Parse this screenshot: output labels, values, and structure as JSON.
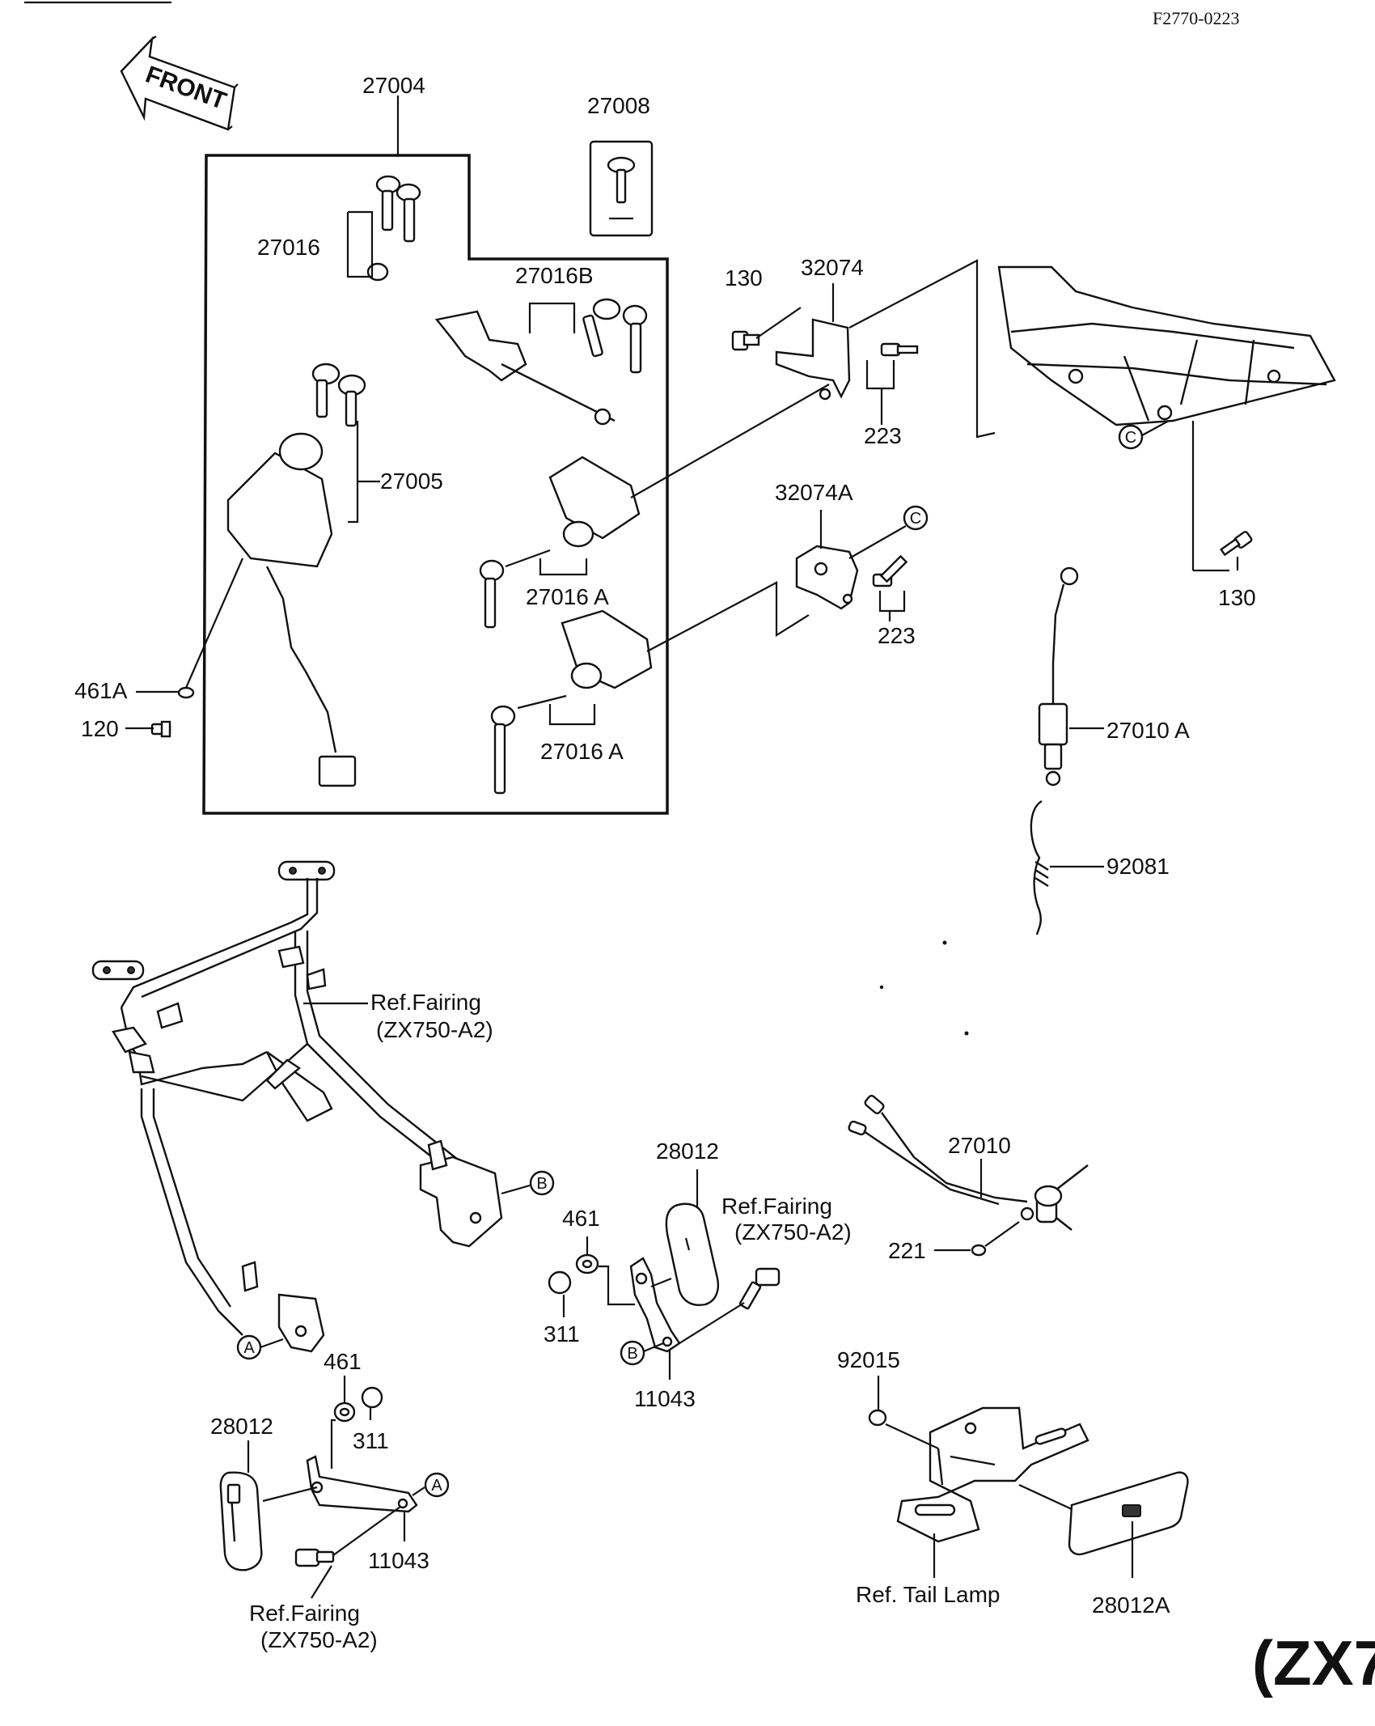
{
  "header": {
    "drawing_code": "F2770-0223",
    "model_partial": "(ZX7"
  },
  "front_arrow": {
    "label": "FRONT"
  },
  "callouts": {
    "c27004": "27004",
    "c27008": "27008",
    "c27016": "27016",
    "c27016B": "27016B",
    "c27005": "27005",
    "c27016A_1": "27016 A",
    "c27016A_2": "27016 A",
    "c461A": "461A",
    "c120": "120",
    "c130_1": "130",
    "c32074": "32074",
    "c223_1": "223",
    "c32074A": "32074A",
    "c223_2": "223",
    "c130_2": "130",
    "c27010A": "27010 A",
    "c92081": "92081",
    "ref_fairing_1_a": "Ref.Fairing",
    "ref_fairing_1_b": "(ZX750-A2)",
    "c27010": "27010",
    "c221": "221",
    "c28012_1": "28012",
    "ref_fairing_2_a": "Ref.Fairing",
    "ref_fairing_2_b": "(ZX750-A2)",
    "c461_1": "461",
    "c311_1": "311",
    "c11043_1": "11043",
    "c461_2": "461",
    "c311_2": "311",
    "c28012_2": "28012",
    "c11043_2": "11043",
    "ref_fairing_3_a": "Ref.Fairing",
    "ref_fairing_3_b": "(ZX750-A2)",
    "c92015": "92015",
    "ref_tail_lamp": "Ref. Tail Lamp",
    "c28012A": "28012A"
  },
  "reference_markers": {
    "c_top": "C",
    "c_bracket": "C",
    "b_frame": "B",
    "b_bracket": "B",
    "a_frame": "A",
    "a_bracket": "A"
  }
}
